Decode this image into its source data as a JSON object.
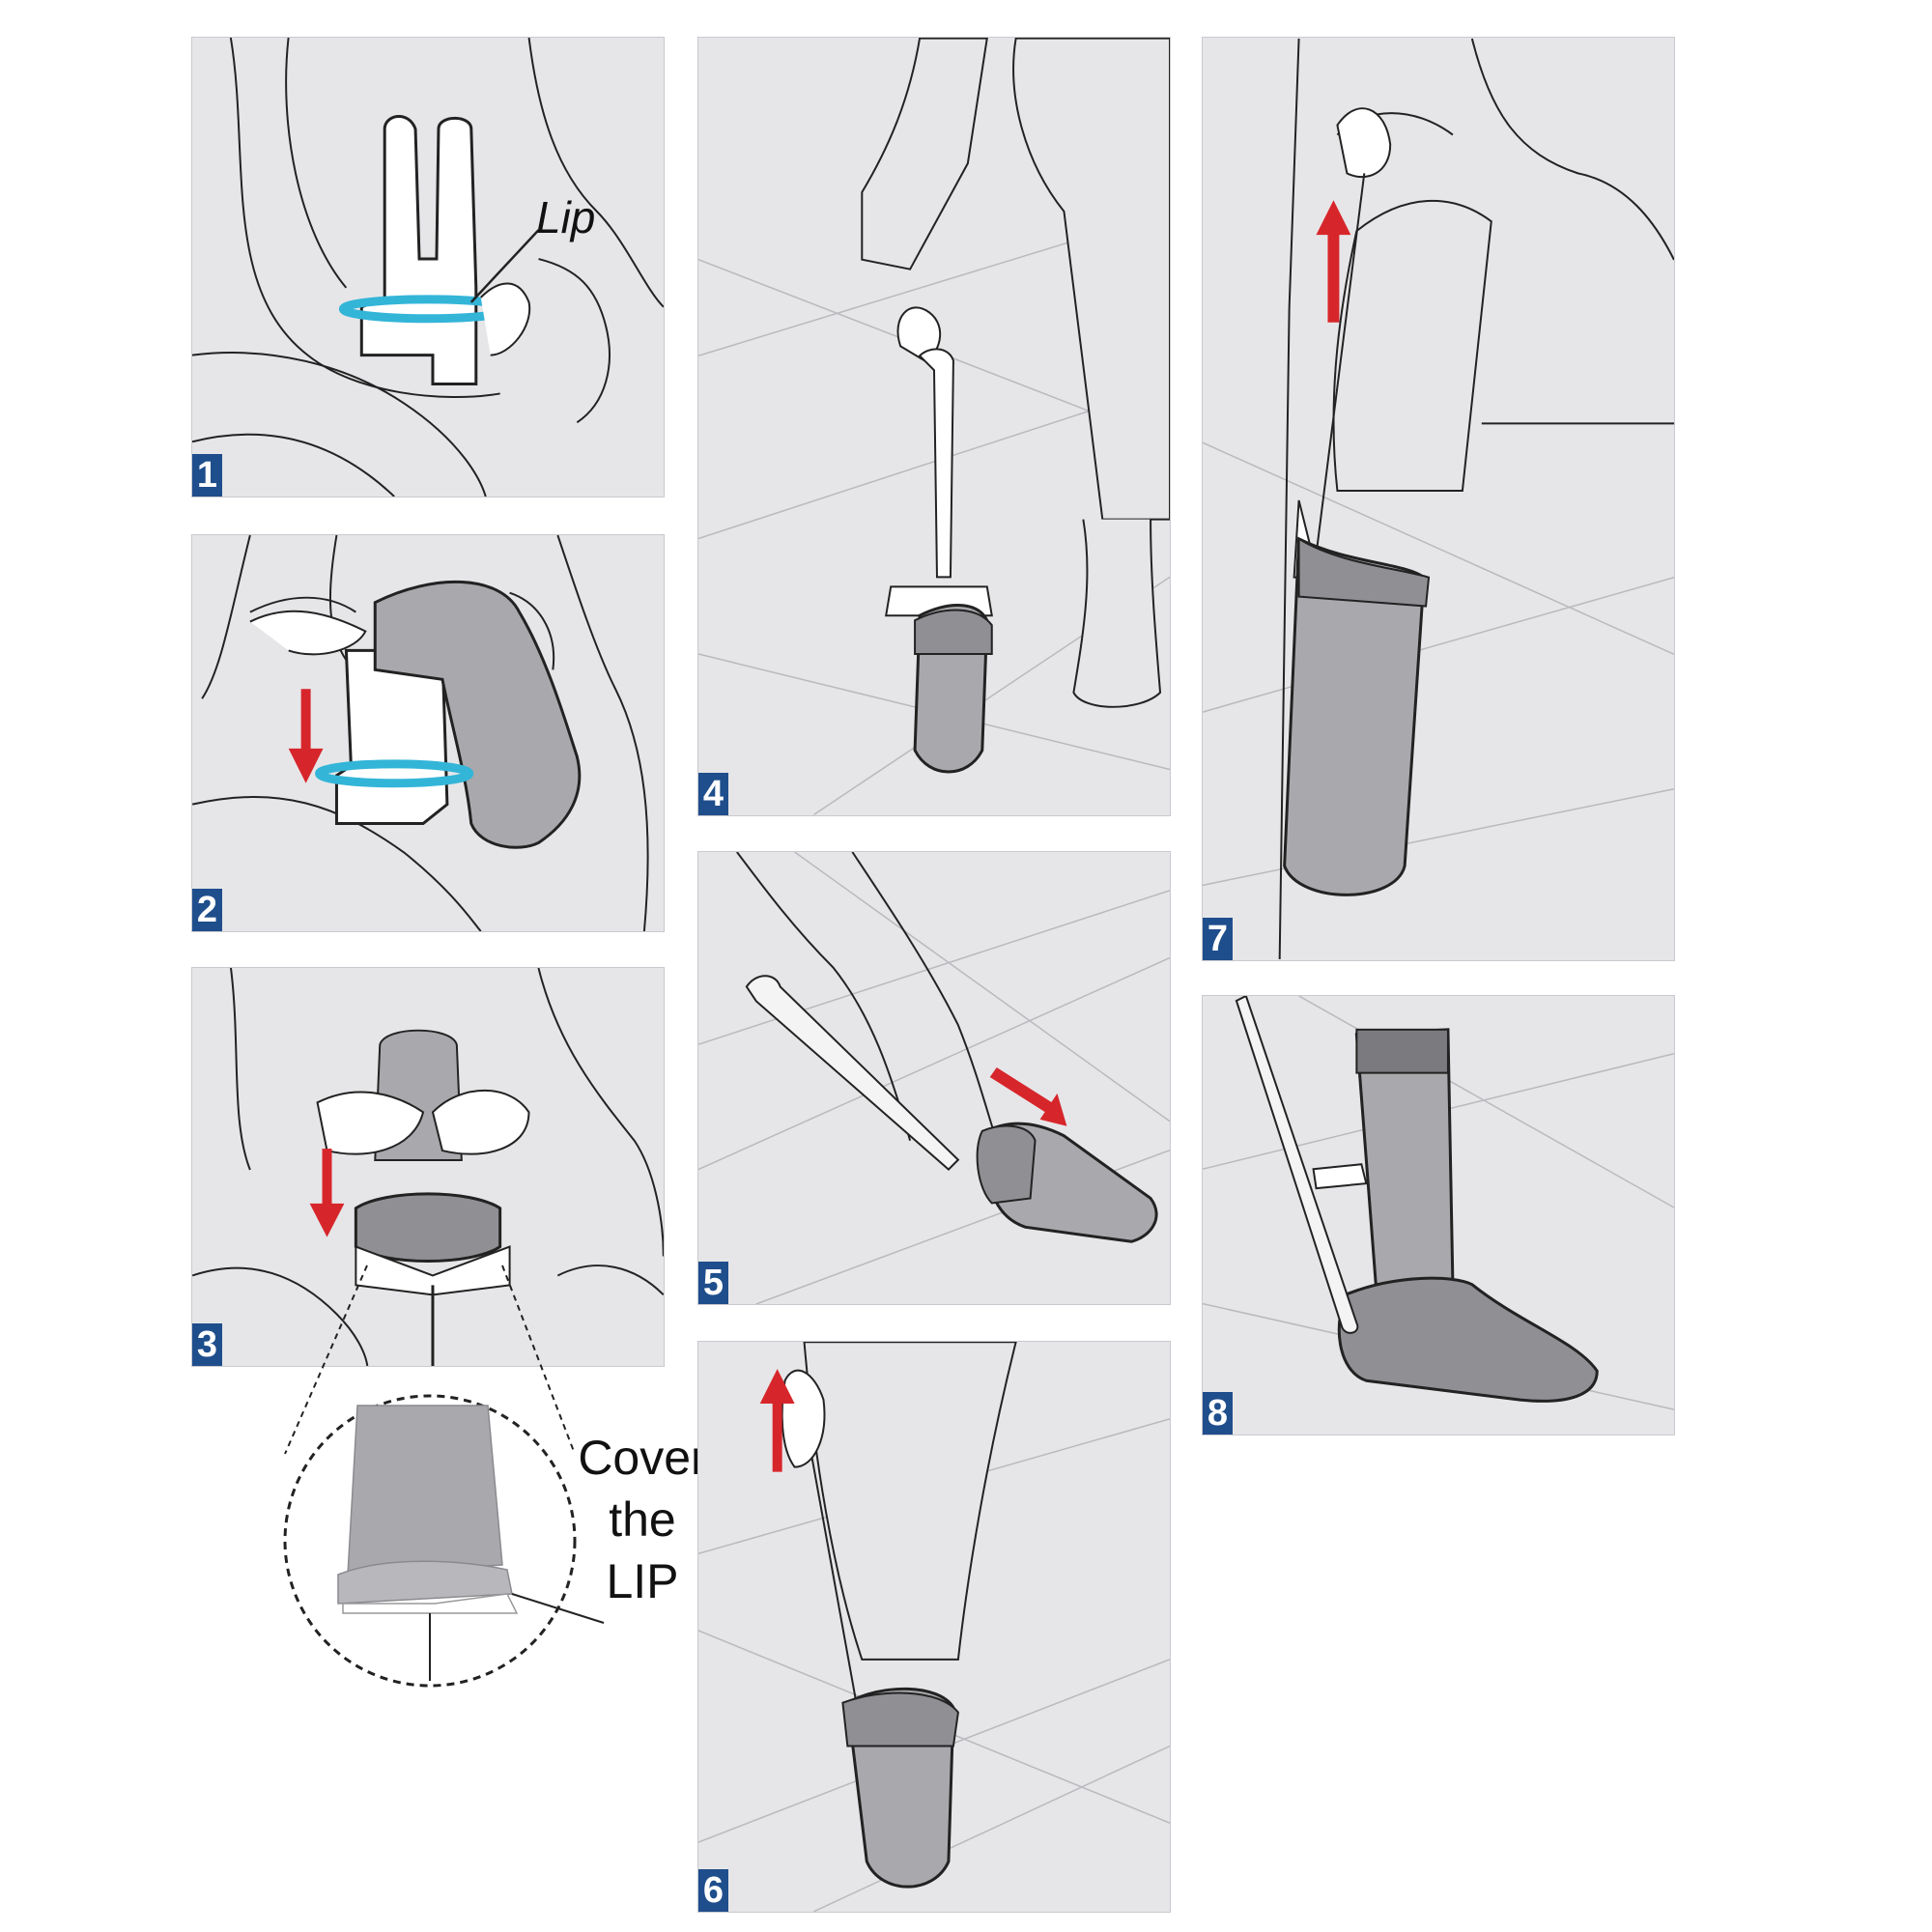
{
  "steps": [
    {
      "number": "1"
    },
    {
      "number": "2"
    },
    {
      "number": "3"
    },
    {
      "number": "4"
    },
    {
      "number": "5"
    },
    {
      "number": "6"
    },
    {
      "number": "7"
    },
    {
      "number": "8"
    }
  ],
  "labels": {
    "lip": "Lip",
    "cover_line1": "Cover",
    "cover_line2": "the",
    "cover_line3": "LIP"
  },
  "colors": {
    "panel_bg": "#e6e6e8",
    "step_badge": "#1f4e8c",
    "arrow_red": "#d7262b",
    "band_blue": "#33b5d8",
    "sock_gray": "#a9a9ad"
  },
  "icons": {
    "arrow": "red-arrow-icon",
    "band": "elastic-band",
    "sock": "sock"
  }
}
